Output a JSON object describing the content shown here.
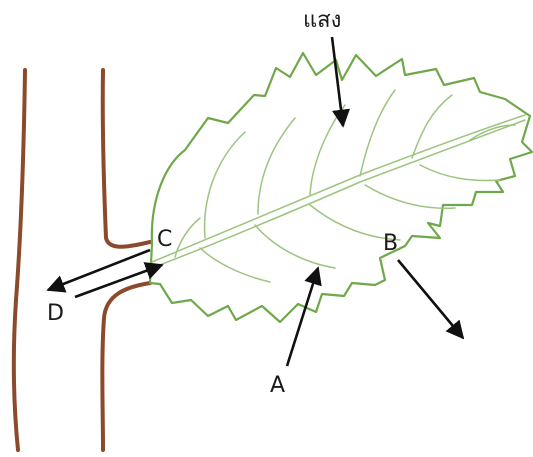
{
  "colors": {
    "stem": "#8B4A2B",
    "leaf_outline": "#6FA84A",
    "vein": "#9CC47F",
    "arrow": "#111111",
    "label": "#1a1a1a"
  },
  "labels": {
    "light": "แสง",
    "a": "A",
    "b": "B",
    "c": "C",
    "d": "D"
  }
}
